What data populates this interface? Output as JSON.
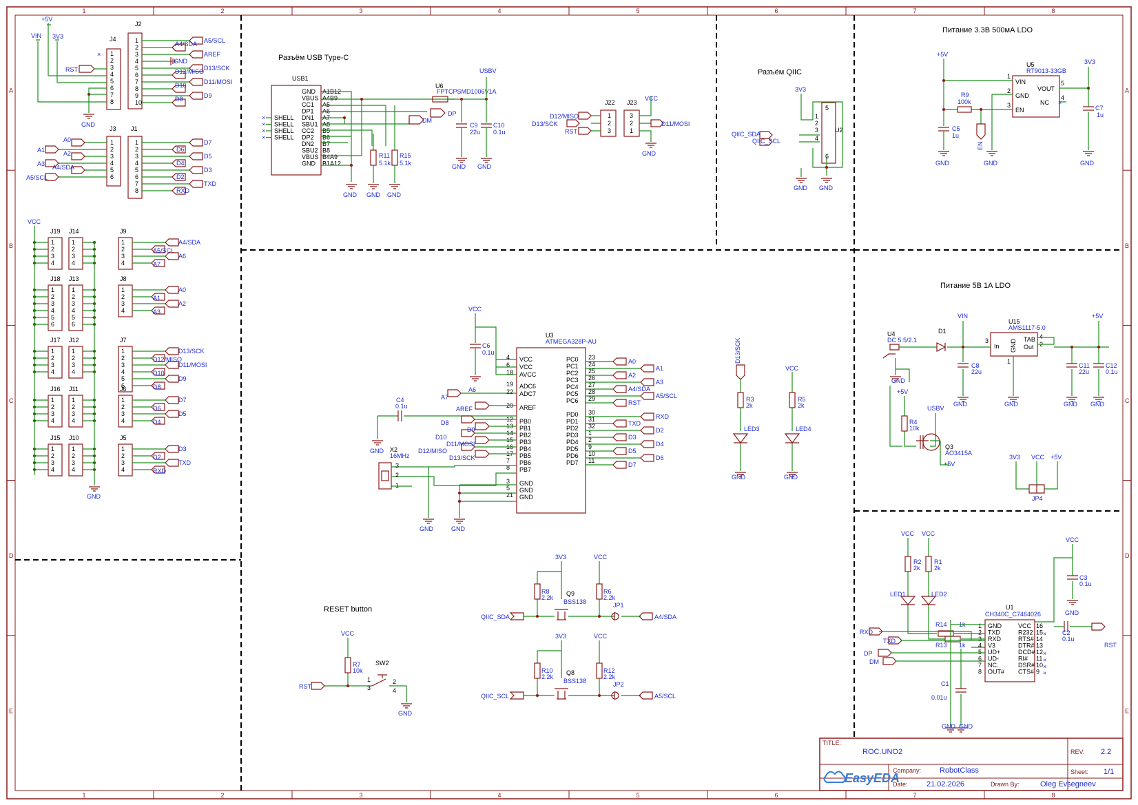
{
  "grid": {
    "cols": [
      "1",
      "2",
      "3",
      "4",
      "5",
      "6",
      "7",
      "8"
    ],
    "rows": [
      "A",
      "B",
      "C",
      "D",
      "E"
    ]
  },
  "sections": {
    "usb": "Разъём USB Type-C",
    "qiic": "Разъём QIIC",
    "ldo33": "Питание 3.3В 500мА LDO",
    "ldo5": "Питание 5В 1А LDO",
    "reset": "RESET button"
  },
  "components": {
    "mcu_ref": "U3",
    "mcu_val": "ATMEGA328P-AU",
    "usb_ref": "USB1",
    "fuse_ref": "U6",
    "fuse_val": "FPTCPSMD1006V1A",
    "u5_ref": "U5",
    "u5_val": "RT9013-33GB",
    "u15_ref": "U15",
    "u15_val": "AMS1117-5.0",
    "u1_ref": "U1",
    "u1_val": "CH340C_C7464026",
    "u2_ref": "U2",
    "u4_ref": "U4",
    "u4_val": "DC 5.5/2.1",
    "q3_ref": "Q3",
    "q3_val": "AO3415A",
    "q9_ref": "Q9",
    "q9_val": "BSS138",
    "q8_ref": "Q8",
    "q8_val": "BSS138",
    "x2_ref": "X2",
    "x2_val": "16MHz",
    "sw2_ref": "SW2",
    "d1_ref": "D1",
    "jp4_ref": "JP4"
  },
  "power": {
    "vcc": "VCC",
    "gnd": "GND",
    "v5": "+5V",
    "v33": "3V3",
    "vin": "VIN",
    "usbv": "USBV"
  },
  "nets": {
    "a5scl": "A5/SCL",
    "a4sda": "A4/SDA",
    "aref": "AREF",
    "gnd": "GND",
    "d13": "D13/SCK",
    "d12": "D12/MISO",
    "d11": "D11/MOSI",
    "d10": "D10",
    "d9": "D9",
    "d8": "D8",
    "d7": "D7",
    "d6": "D6",
    "d5": "D5",
    "d4": "D4",
    "d3": "D3",
    "d2": "D2",
    "rxd": "RXD",
    "txd": "TXD",
    "rst": "RST",
    "a0": "A0",
    "a1": "A1",
    "a2": "A2",
    "a3": "A3",
    "a6": "A6",
    "a7": "A7",
    "dp": "DP",
    "dm": "DM",
    "qsda": "QIIC_SDA",
    "qscl": "QIIC_SCL",
    "en": "EN"
  },
  "mcu_pins_left": [
    {
      "n": "4",
      "name": "VCC"
    },
    {
      "n": "6",
      "name": "VCC"
    },
    {
      "n": "18",
      "name": "AVCC"
    },
    {
      "n": "19",
      "name": "ADC6"
    },
    {
      "n": "22",
      "name": "ADC7"
    },
    {
      "n": "20",
      "name": "AREF"
    },
    {
      "n": "12",
      "name": "PB0"
    },
    {
      "n": "13",
      "name": "PB1"
    },
    {
      "n": "14",
      "name": "PB2"
    },
    {
      "n": "15",
      "name": "PB3"
    },
    {
      "n": "16",
      "name": "PB4"
    },
    {
      "n": "17",
      "name": "PB5"
    },
    {
      "n": "7",
      "name": "PB6"
    },
    {
      "n": "8",
      "name": "PB7"
    },
    {
      "n": "3",
      "name": "GND"
    },
    {
      "n": "5",
      "name": "GND"
    },
    {
      "n": "21",
      "name": "GND"
    }
  ],
  "mcu_pins_right": [
    {
      "n": "23",
      "name": "PC0"
    },
    {
      "n": "24",
      "name": "PC1"
    },
    {
      "n": "25",
      "name": "PC2"
    },
    {
      "n": "26",
      "name": "PC3"
    },
    {
      "n": "27",
      "name": "PC4"
    },
    {
      "n": "28",
      "name": "PC5"
    },
    {
      "n": "29",
      "name": "PC6"
    },
    {
      "n": "30",
      "name": "PD0"
    },
    {
      "n": "31",
      "name": "PD1"
    },
    {
      "n": "32",
      "name": "PD2"
    },
    {
      "n": "1",
      "name": "PD3"
    },
    {
      "n": "2",
      "name": "PD4"
    },
    {
      "n": "9",
      "name": "PD5"
    },
    {
      "n": "10",
      "name": "PD6"
    },
    {
      "n": "11",
      "name": "PD7"
    }
  ],
  "usb_pins": [
    {
      "name": "GND",
      "pin": "A1B12"
    },
    {
      "name": "VBUS",
      "pin": "A4B9"
    },
    {
      "name": "CC1",
      "pin": "A5"
    },
    {
      "name": "DP1",
      "pin": "A6"
    },
    {
      "name": "DN1",
      "pin": "A7"
    },
    {
      "name": "SBU1",
      "pin": "A8"
    },
    {
      "name": "CC2",
      "pin": "B5"
    },
    {
      "name": "DP2",
      "pin": "B6"
    },
    {
      "name": "DN2",
      "pin": "B7"
    },
    {
      "name": "SBU2",
      "pin": "B8"
    },
    {
      "name": "VBUS",
      "pin": "B4A9"
    },
    {
      "name": "GND",
      "pin": "B1A12"
    }
  ],
  "usb_shell": "SHELL",
  "ch340_left": [
    {
      "n": "1",
      "name": "GND"
    },
    {
      "n": "2",
      "name": "TXD"
    },
    {
      "n": "3",
      "name": "RXD"
    },
    {
      "n": "4",
      "name": "V3"
    },
    {
      "n": "5",
      "name": "UD+"
    },
    {
      "n": "6",
      "name": "UD-"
    },
    {
      "n": "7",
      "name": "NC."
    },
    {
      "n": "8",
      "name": "OUT#"
    }
  ],
  "ch340_right": [
    {
      "n": "16",
      "name": "VCC"
    },
    {
      "n": "15",
      "name": "R232"
    },
    {
      "n": "14",
      "name": "RTS#"
    },
    {
      "n": "13",
      "name": "DTR#"
    },
    {
      "n": "12",
      "name": "DCD#"
    },
    {
      "n": "11",
      "name": "RI#"
    },
    {
      "n": "10",
      "name": "DSR#"
    },
    {
      "n": "9",
      "name": "CTS#"
    }
  ],
  "u5_pins": {
    "vin": "VIN",
    "gnd": "GND",
    "en": "EN",
    "vout": "VOUT",
    "nc": "NC"
  },
  "u15_pins": {
    "in": "In",
    "out": "Out",
    "tab": "TAB",
    "gnd": "GND"
  },
  "passives": [
    {
      "ref": "R11",
      "val": "5.1k"
    },
    {
      "ref": "R15",
      "val": "5.1k"
    },
    {
      "ref": "C9",
      "val": "22u"
    },
    {
      "ref": "C10",
      "val": "0.1u"
    },
    {
      "ref": "R9",
      "val": "100k"
    },
    {
      "ref": "C5",
      "val": "1u"
    },
    {
      "ref": "C7",
      "val": "1u"
    },
    {
      "ref": "C6",
      "val": "0.1u"
    },
    {
      "ref": "C4",
      "val": "0.1u"
    },
    {
      "ref": "R3",
      "val": "2k"
    },
    {
      "ref": "R5",
      "val": "2k"
    },
    {
      "ref": "LED3",
      "val": ""
    },
    {
      "ref": "LED4",
      "val": ""
    },
    {
      "ref": "C8",
      "val": "22u"
    },
    {
      "ref": "C11",
      "val": "22u"
    },
    {
      "ref": "C12",
      "val": "0.1u"
    },
    {
      "ref": "R4",
      "val": "10k"
    },
    {
      "ref": "R2",
      "val": "2k"
    },
    {
      "ref": "R1",
      "val": "2k"
    },
    {
      "ref": "LED1",
      "val": ""
    },
    {
      "ref": "LED2",
      "val": ""
    },
    {
      "ref": "R14",
      "val": "1k"
    },
    {
      "ref": "R13",
      "val": "1k"
    },
    {
      "ref": "C1",
      "val": "0.01u"
    },
    {
      "ref": "C2",
      "val": "0.1u"
    },
    {
      "ref": "C3",
      "val": "0.1u"
    },
    {
      "ref": "R8",
      "val": "2.2k"
    },
    {
      "ref": "R6",
      "val": "2.2k"
    },
    {
      "ref": "R10",
      "val": "2.2k"
    },
    {
      "ref": "R12",
      "val": "2.2k"
    },
    {
      "ref": "R7",
      "val": "10k"
    },
    {
      "ref": "JP1",
      "val": ""
    },
    {
      "ref": "JP2",
      "val": ""
    }
  ],
  "headers": {
    "j4": "J4",
    "j2": "J2",
    "j3": "J3",
    "j1": "J1",
    "j22": "J22",
    "j23": "J23",
    "j19": "J19",
    "j14": "J14",
    "j9": "J9",
    "j18": "J18",
    "j13": "J13",
    "j8": "J8",
    "j17": "J17",
    "j12": "J12",
    "j7": "J7",
    "j16": "J16",
    "j11": "J11",
    "j6": "J6",
    "j15": "J15",
    "j10": "J10",
    "j5": "J5"
  },
  "title_block": {
    "title_label": "TITLE:",
    "title": "ROC.UNO2",
    "rev_label": "REV:",
    "rev": "2.2",
    "company_label": "Company:",
    "company": "RobotClass",
    "sheet_label": "Sheet:",
    "sheet": "1/1",
    "date_label": "Date:",
    "date": "21.02.2026",
    "drawn_label": "Drawn By:",
    "drawn": "Oleg Evsegneev",
    "logo": "EasyEDA"
  }
}
